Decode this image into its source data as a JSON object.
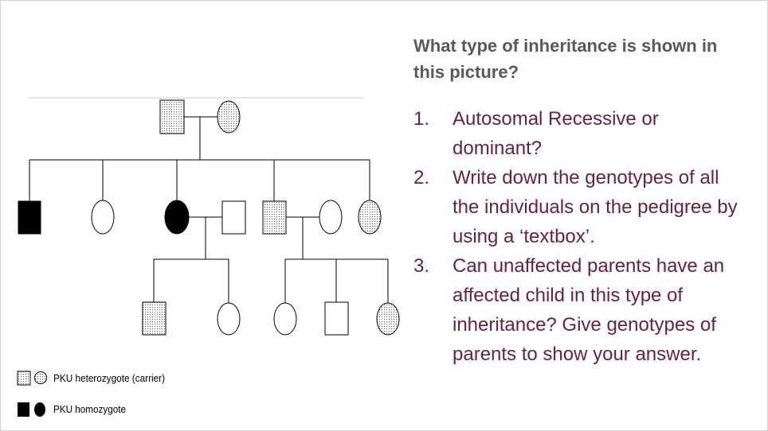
{
  "question": {
    "title": "What type of inheritance is shown in this picture?",
    "items": [
      {
        "number": "1.",
        "text": "Autosomal Recessive or dominant?"
      },
      {
        "number": "2.",
        "text": "Write down the genotypes of all the individuals on the pedigree by using a ‘textbox’."
      },
      {
        "number": "3.",
        "text": "Can unaffected parents have an affected child in this type of inheritance? Give genotypes of parents to show your answer."
      }
    ]
  },
  "legend": {
    "carrier_label": "PKU heterozygote (carrier)",
    "homozygote_label": "PKU homozygote"
  },
  "pedigree": {
    "generations": [
      {
        "individuals": [
          {
            "sex": "male",
            "status": "carrier"
          },
          {
            "sex": "female",
            "status": "carrier"
          }
        ]
      },
      {
        "individuals": [
          {
            "sex": "male",
            "status": "affected"
          },
          {
            "sex": "female",
            "status": "unaffected"
          },
          {
            "sex": "female",
            "status": "affected"
          },
          {
            "sex": "male",
            "status": "unaffected",
            "married_in": true
          },
          {
            "sex": "male",
            "status": "carrier"
          },
          {
            "sex": "female",
            "status": "unaffected",
            "married_in": true
          },
          {
            "sex": "female",
            "status": "carrier"
          }
        ]
      },
      {
        "individuals": [
          {
            "sex": "male",
            "status": "carrier"
          },
          {
            "sex": "female",
            "status": "unaffected"
          },
          {
            "sex": "female",
            "status": "unaffected"
          },
          {
            "sex": "male",
            "status": "unaffected"
          },
          {
            "sex": "female",
            "status": "carrier"
          }
        ]
      }
    ]
  },
  "colors": {
    "question_title": "#595959",
    "question_items": "#6b1e3f",
    "affected_fill": "#000000",
    "carrier_dots": "#555555"
  }
}
